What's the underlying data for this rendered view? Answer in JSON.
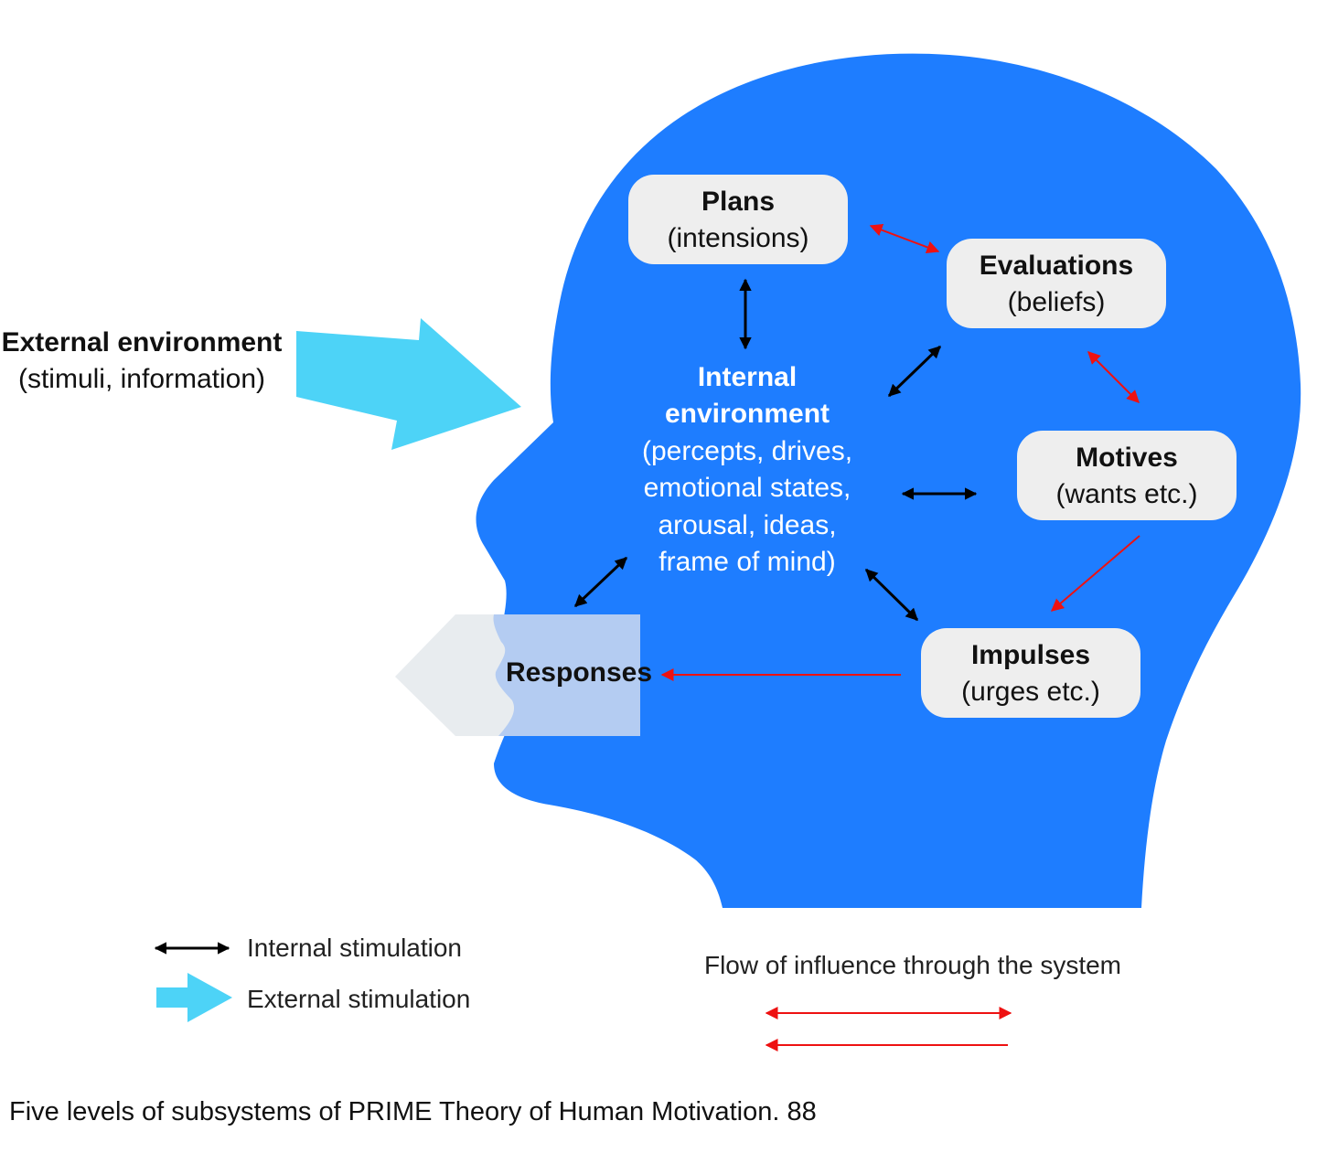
{
  "colors": {
    "head": "#1e7dff",
    "external_arrow": "#4dd3f7",
    "box_fill": "#eeeeee",
    "black_arrow": "#000000",
    "red_arrow": "#ee1111",
    "responses_fill": "#b4ccf2"
  },
  "external_environment": {
    "title": "External environment",
    "subtitle": "(stimuli, information)"
  },
  "internal_environment": {
    "title_line1": "Internal",
    "title_line2": "environment",
    "line3": "(percepts, drives,",
    "line4": "emotional states,",
    "line5": "arousal, ideas,",
    "line6": "frame of mind)"
  },
  "boxes": {
    "plans": {
      "title": "Plans",
      "subtitle": "(intensions)"
    },
    "evaluations": {
      "title": "Evaluations",
      "subtitle": "(beliefs)"
    },
    "motives": {
      "title": "Motives",
      "subtitle": "(wants etc.)"
    },
    "impulses": {
      "title": "Impulses",
      "subtitle": "(urges etc.)"
    }
  },
  "responses": {
    "label": "Responses"
  },
  "legend": {
    "internal": "Internal stimulation",
    "external": "External stimulation",
    "flow": "Flow of influence through the system"
  },
  "caption": "Five levels of subsystems of PRIME Theory of Human Motivation. 88"
}
